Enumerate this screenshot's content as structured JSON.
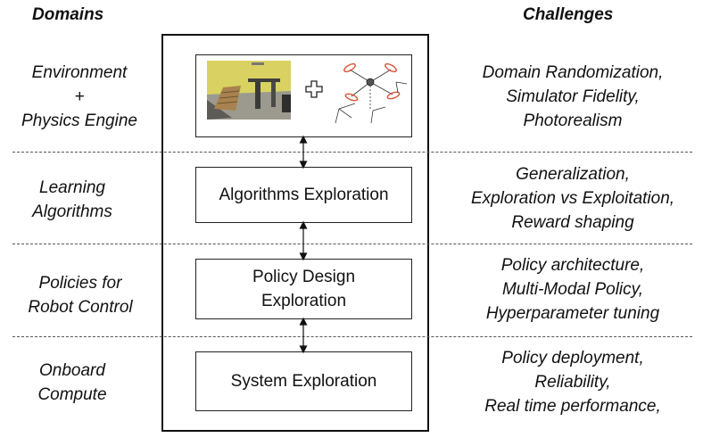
{
  "headers": {
    "domains": "Domains",
    "challenges": "Challenges"
  },
  "rows": [
    {
      "domain": [
        "Environment",
        "+",
        "Physics Engine"
      ],
      "box": [],
      "challenges": [
        "Domain Randomization,",
        "Simulator Fidelity,",
        "Photorealism"
      ]
    },
    {
      "domain": [
        "Learning",
        "Algorithms"
      ],
      "box": [
        "Algorithms Exploration"
      ],
      "challenges": [
        "Generalization,",
        "Exploration vs Exploitation,",
        "Reward shaping"
      ]
    },
    {
      "domain": [
        "Policies for",
        "Robot Control"
      ],
      "box": [
        "Policy Design",
        "Exploration"
      ],
      "challenges": [
        "Policy architecture,",
        "Multi-Modal Policy,",
        "Hyperparameter tuning"
      ]
    },
    {
      "domain": [
        "Onboard",
        "Compute"
      ],
      "box": [
        "System Exploration"
      ],
      "challenges": [
        "Policy deployment,",
        "Reliability,",
        "Real time performance,"
      ]
    }
  ],
  "colors": {
    "sim_wall": "#d9d262",
    "sim_floor": "#9c9a8e",
    "drone_prop": "#d9553a"
  }
}
